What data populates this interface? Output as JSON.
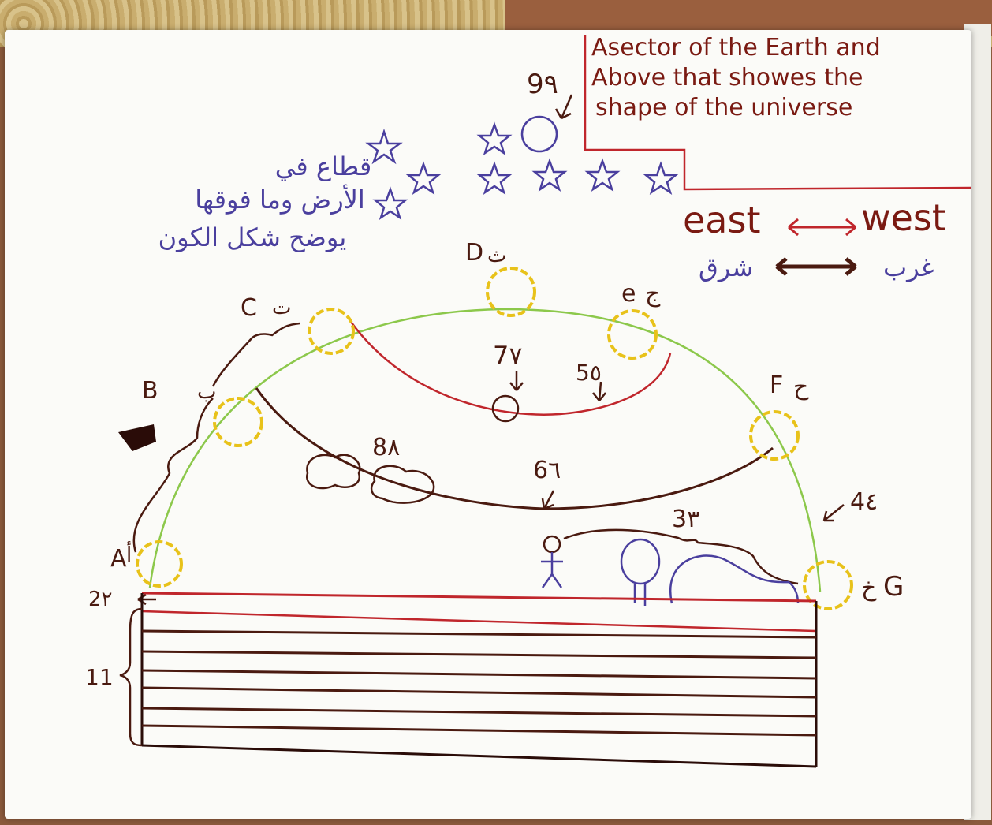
{
  "caption_en": [
    "Asector of the Earth and",
    "Above that showes the",
    "shape of the universe"
  ],
  "caption_ar": [
    "قطاع في",
    "الأرض وما فوقها",
    "يوضح شكل الكون"
  ],
  "direction_en": {
    "east": "east",
    "west": "west"
  },
  "direction_ar": {
    "west": "غرب",
    "east": "شرق"
  },
  "points": {
    "A": "A",
    "A_ar": "أ",
    "B": "B",
    "B_ar": "ب",
    "C": "C",
    "C_ar": "ت",
    "D": "D",
    "D_ar": "ث",
    "E": "e",
    "E_ar": "ج",
    "F": "F",
    "F_ar": "ح",
    "G": "G",
    "G_ar": "خ"
  },
  "numbers": {
    "n1": "11",
    "n2": "2٢",
    "n3": "3٣",
    "n4": "4٤",
    "n5": "5٥",
    "n6": "6٦",
    "n7": "7٧",
    "n8": "8٨",
    "n9": "9٩"
  },
  "colors": {
    "ink_brown": "#4a1a10",
    "ink_blue": "#4a3f9e",
    "ink_red": "#c0262c",
    "arc_green": "#8cc84b",
    "sun_yellow": "#e8c21a"
  }
}
